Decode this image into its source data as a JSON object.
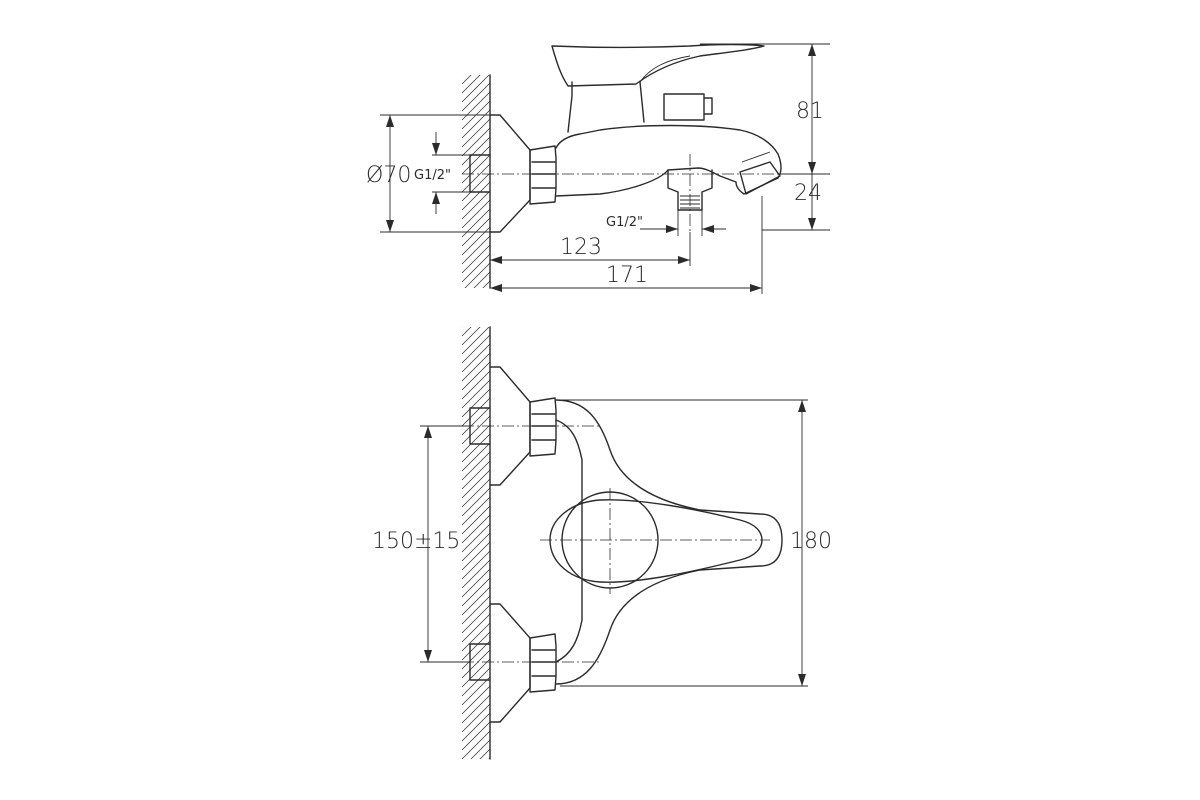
{
  "drawing": {
    "side_view": {
      "height_81": "81",
      "height_24": "24",
      "diameter": "Ø70",
      "inlet_thread": "G1/2\"",
      "outlet_thread": "G1/2\"",
      "length_123": "123",
      "length_171": "171"
    },
    "top_view": {
      "centers": "150±15",
      "width_180": "180"
    }
  },
  "colors": {
    "line": "#2b2b2b",
    "background": "#ffffff"
  }
}
